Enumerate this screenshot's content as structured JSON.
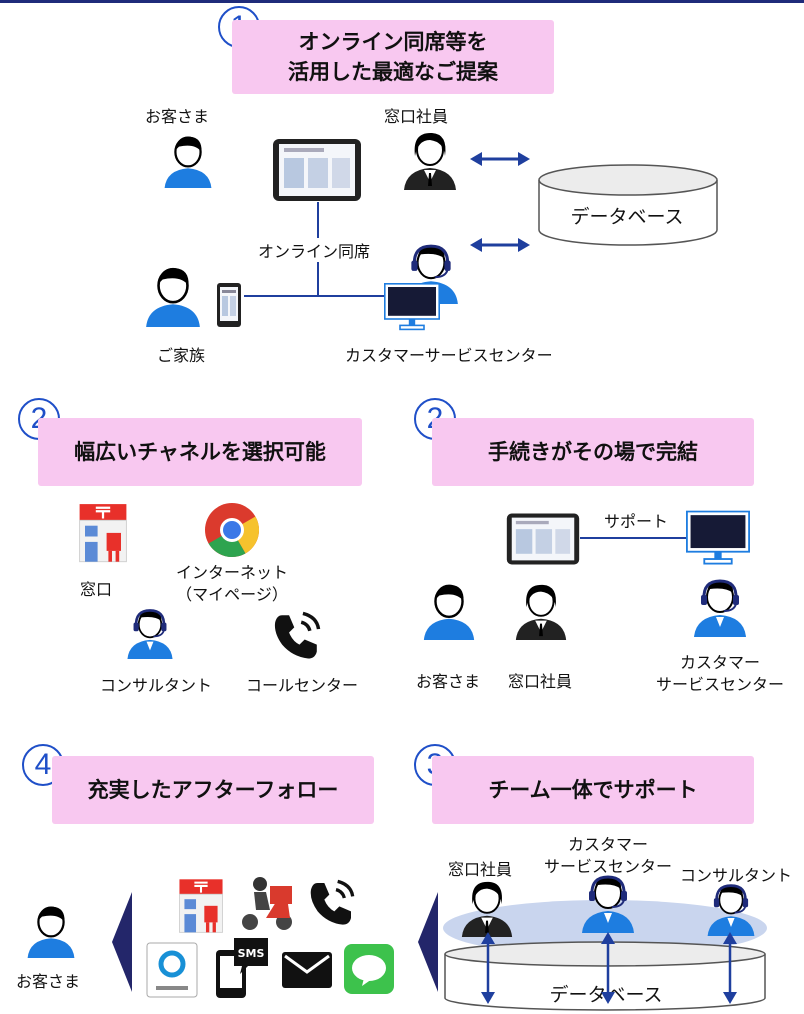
{
  "sections": {
    "s1": {
      "number": "1",
      "title_line1": "オンライン同席等を",
      "title_line2": "活用した最適なご提案",
      "customer": "お客さま",
      "staff": "窓口社員",
      "database": "データベース",
      "online": "オンライン同席",
      "family": "ご家族",
      "csc": "カスタマーサービスセンター"
    },
    "s2a": {
      "number": "2",
      "title": "幅広いチャネルを選択可能",
      "counter": "窓口",
      "internet_line1": "インターネット",
      "internet_line2": "（マイページ）",
      "consultant": "コンサルタント",
      "callcenter": "コールセンター"
    },
    "s2b": {
      "number": "2",
      "title": "手続きがその場で完結",
      "support": "サポート",
      "customer": "お客さま",
      "staff": "窓口社員",
      "csc_line1": "カスタマー",
      "csc_line2": "サービスセンター"
    },
    "s4": {
      "number": "4",
      "title": "充実したアフターフォロー",
      "customer": "お客さま",
      "sms": "SMS"
    },
    "s3": {
      "number": "3",
      "title": "チーム一体でサポート",
      "staff": "窓口社員",
      "csc_line1": "カスタマー",
      "csc_line2": "サービスセンター",
      "consultant": "コンサルタント",
      "database": "データベース"
    }
  },
  "colors": {
    "accent_blue": "#1f4fc8",
    "banner_pink": "#f8c8f0",
    "navy": "#1f2b7a",
    "person_blue": "#1e7de0"
  }
}
